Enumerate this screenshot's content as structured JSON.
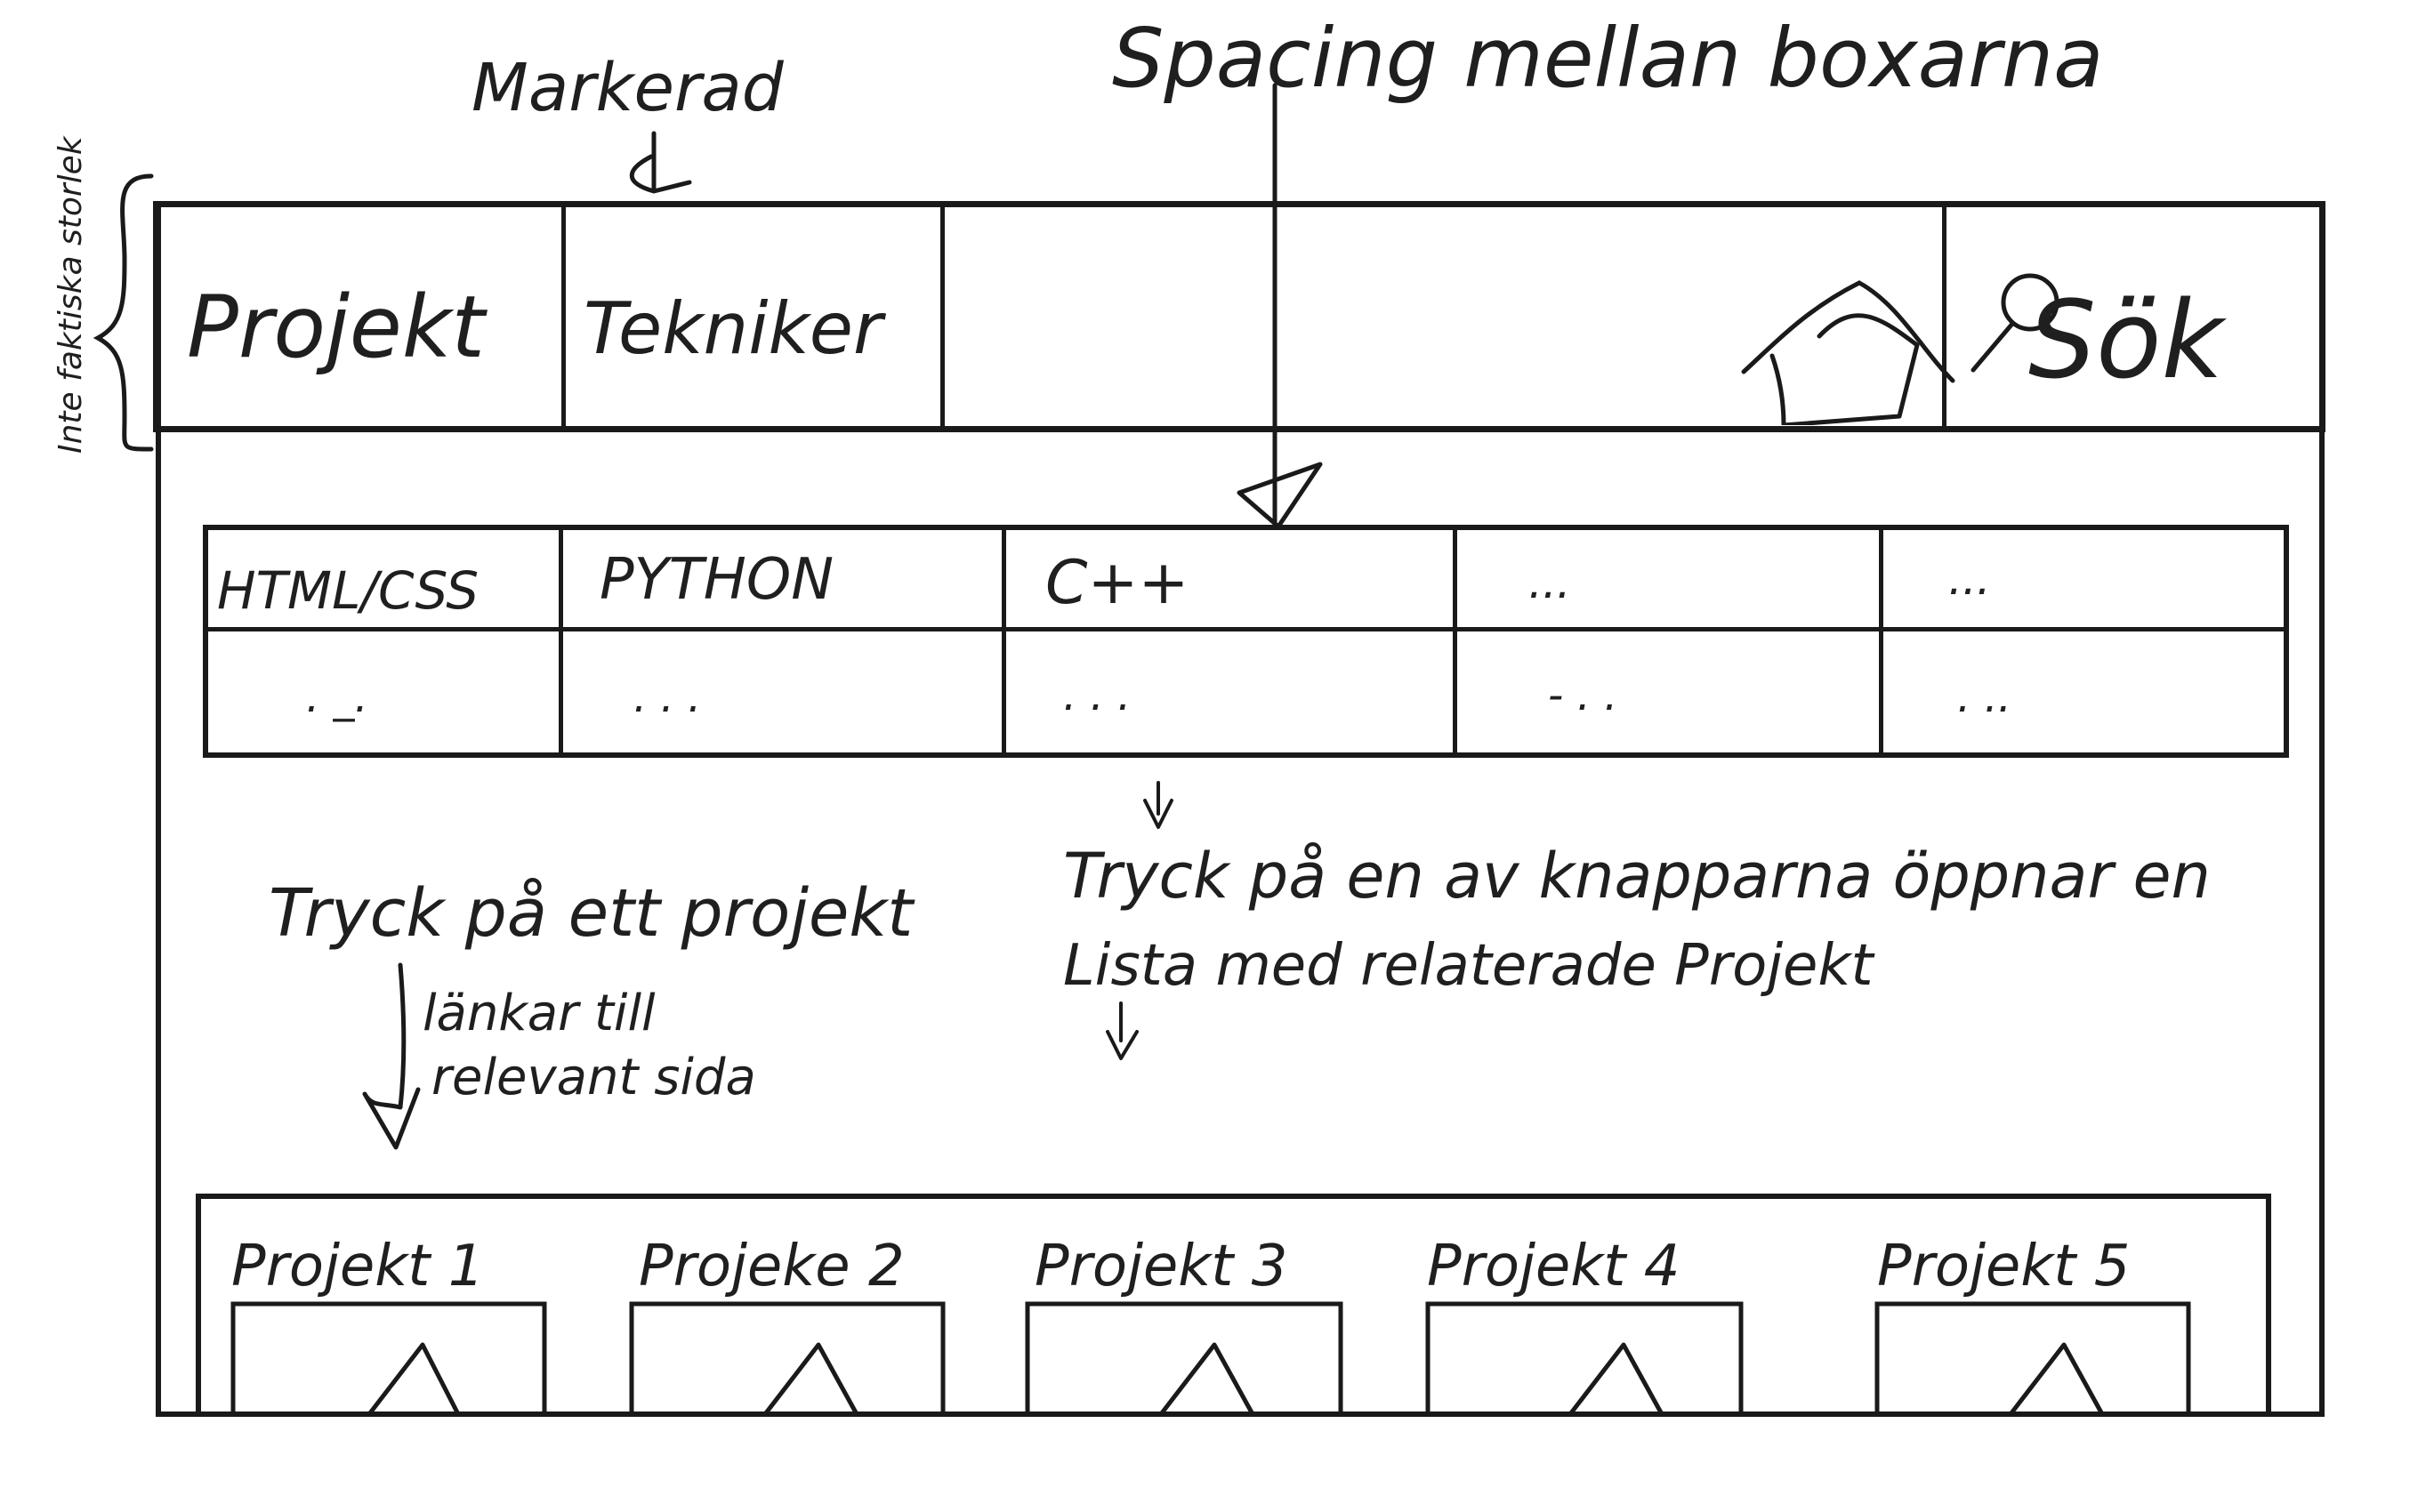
{
  "annotations": {
    "title_note": "Spacing mellan boxarna",
    "selected_note": "Markerad",
    "header_size_note": "Inte faktiska storlek",
    "project_click_note_line1": "Tryck på ett projekt",
    "project_click_note_line2": "länkar till",
    "project_click_note_line3": "relevant sida",
    "button_note_line1": "Tryck på en av knapparna öppnar en",
    "button_note_line2": "Lista med relaterade Projekt"
  },
  "nav": {
    "items": [
      "Projekt",
      "Tekniker"
    ],
    "search_label": "Sök",
    "home_icon": "home-icon",
    "search_icon": "search-icon"
  },
  "techniques": {
    "row1": [
      "HTML/CSS",
      "PYTHON",
      "C++",
      "...",
      "..."
    ],
    "row2": [
      ". _.",
      ". . .",
      ". . .",
      "- . .",
      ". .."
    ]
  },
  "projects": {
    "titles": [
      "Projekt 1",
      "Projeke 2",
      "Projekt 3",
      "Projekt 4",
      "Projekt 5"
    ]
  }
}
